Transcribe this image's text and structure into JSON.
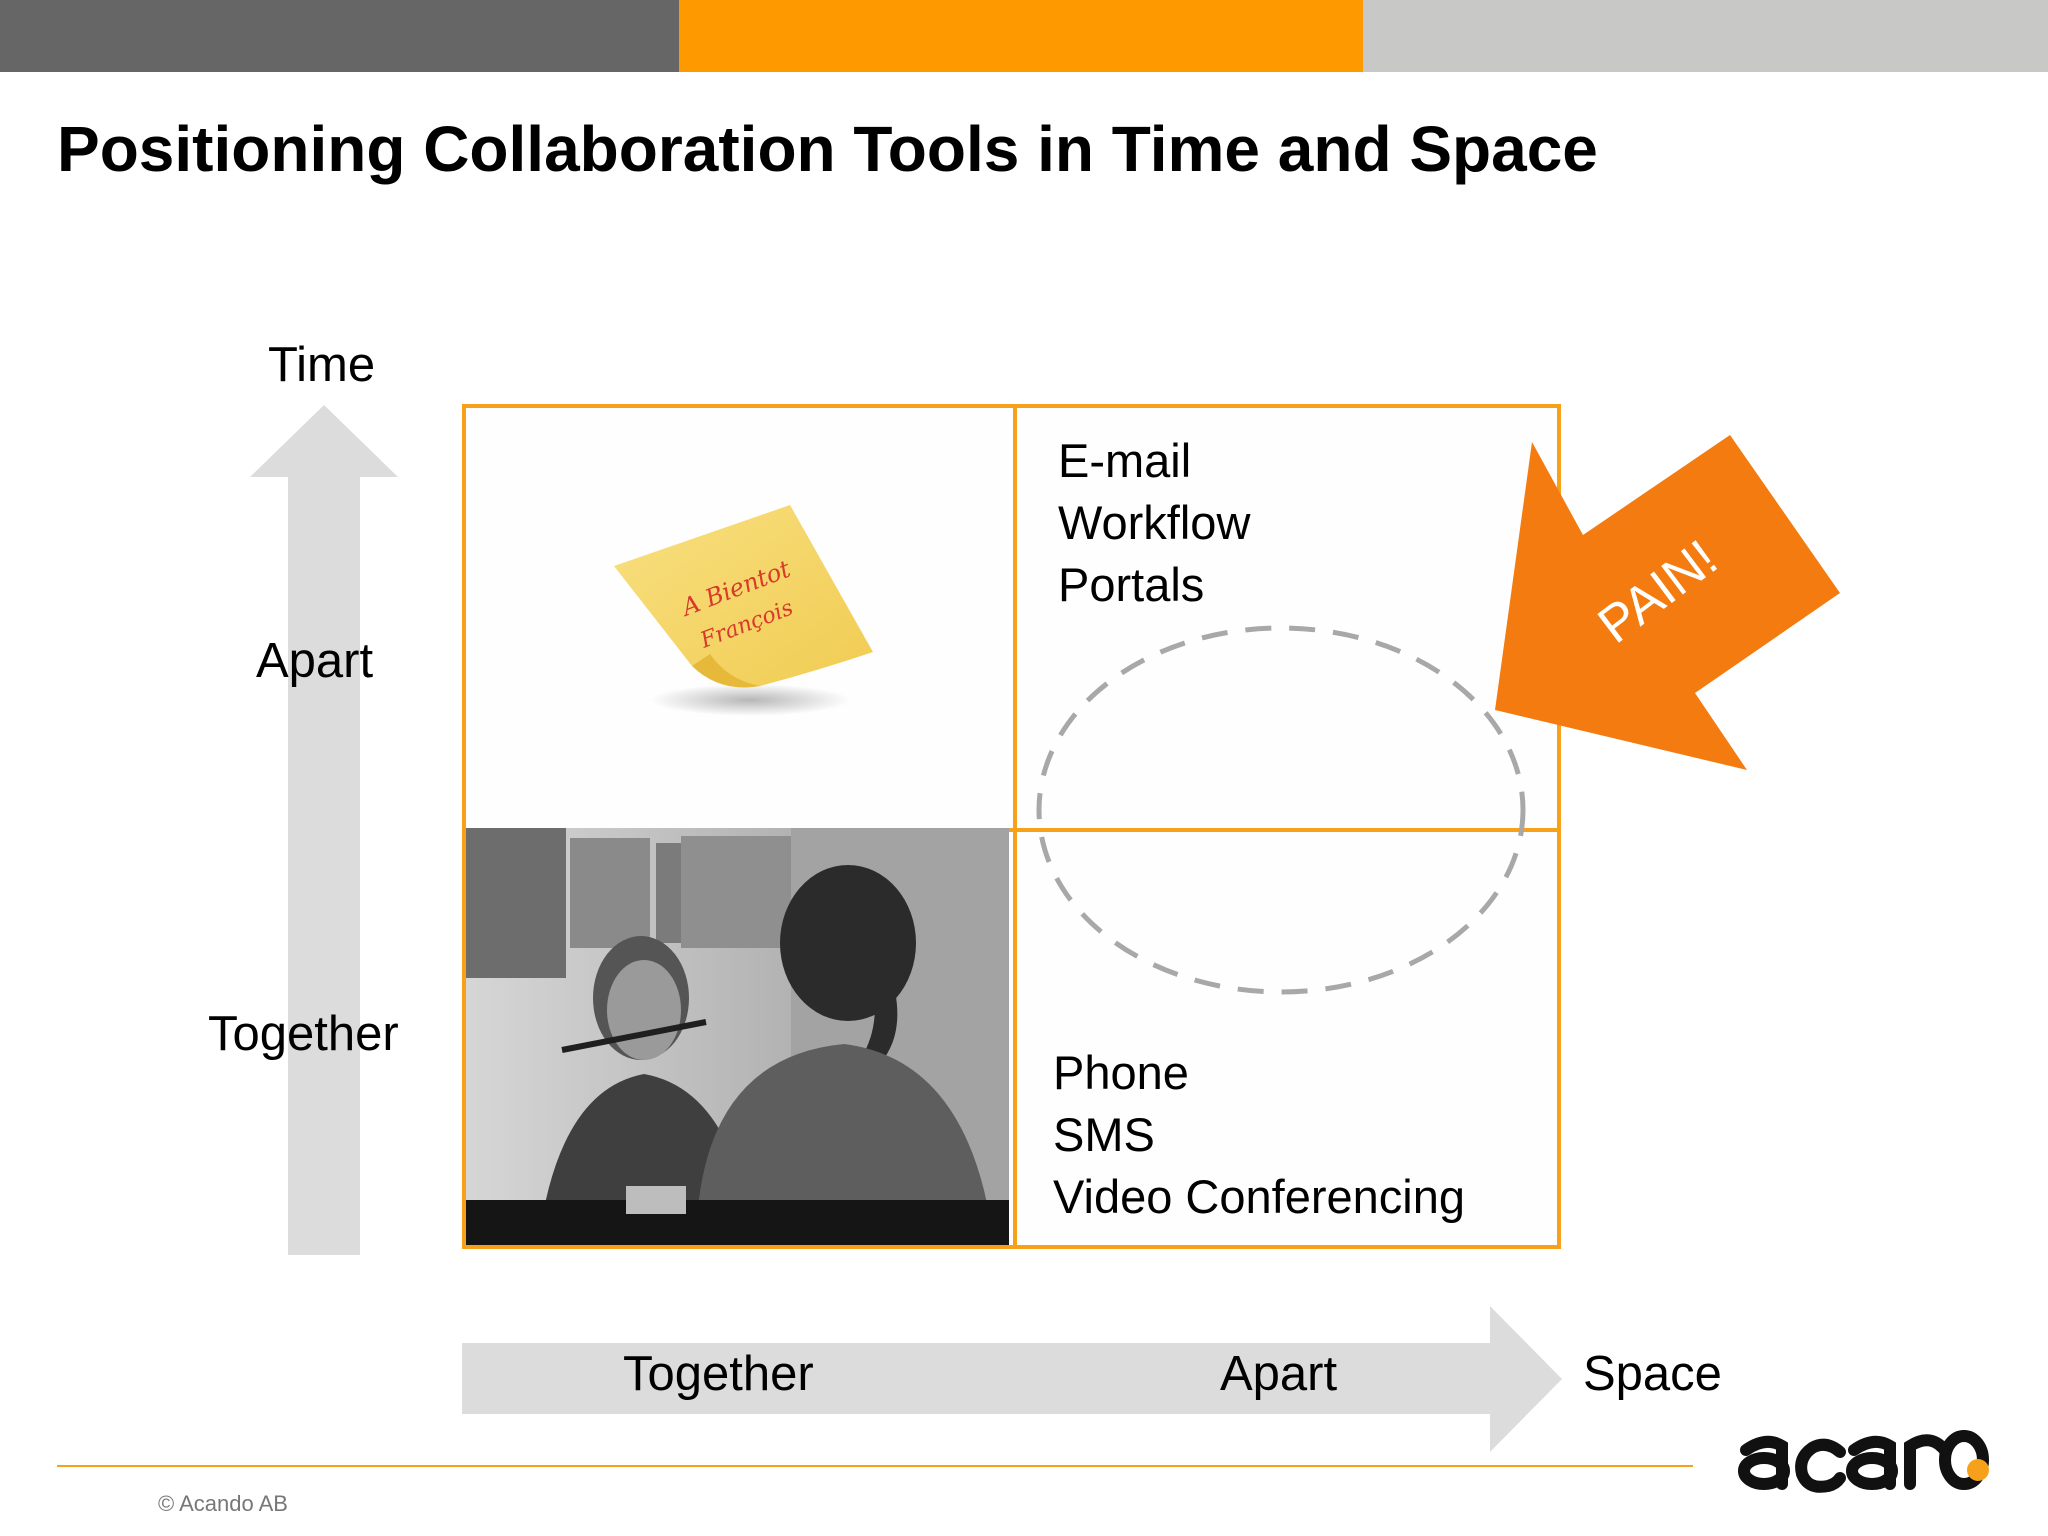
{
  "title": "Positioning Collaboration Tools in Time and Space",
  "vertical_axis": {
    "name": "Time",
    "high_label": "Apart",
    "low_label": "Together"
  },
  "horizontal_axis": {
    "name": "Space",
    "low_label": "Together",
    "high_label": "Apart"
  },
  "quadrants": {
    "apart_apart": [
      "E-mail",
      "Workflow",
      "Portals"
    ],
    "together_apart": [
      "Phone",
      "SMS",
      "Video Conferencing"
    ]
  },
  "sticky_note_text": [
    "A Bientot",
    "François"
  ],
  "pain_arrow": {
    "label": "PAIN!",
    "color": "#f47b10"
  },
  "footer": {
    "copyright": "© Acando AB"
  },
  "brand": {
    "logo_text": "acando",
    "accent_color": "#f7a11a"
  }
}
